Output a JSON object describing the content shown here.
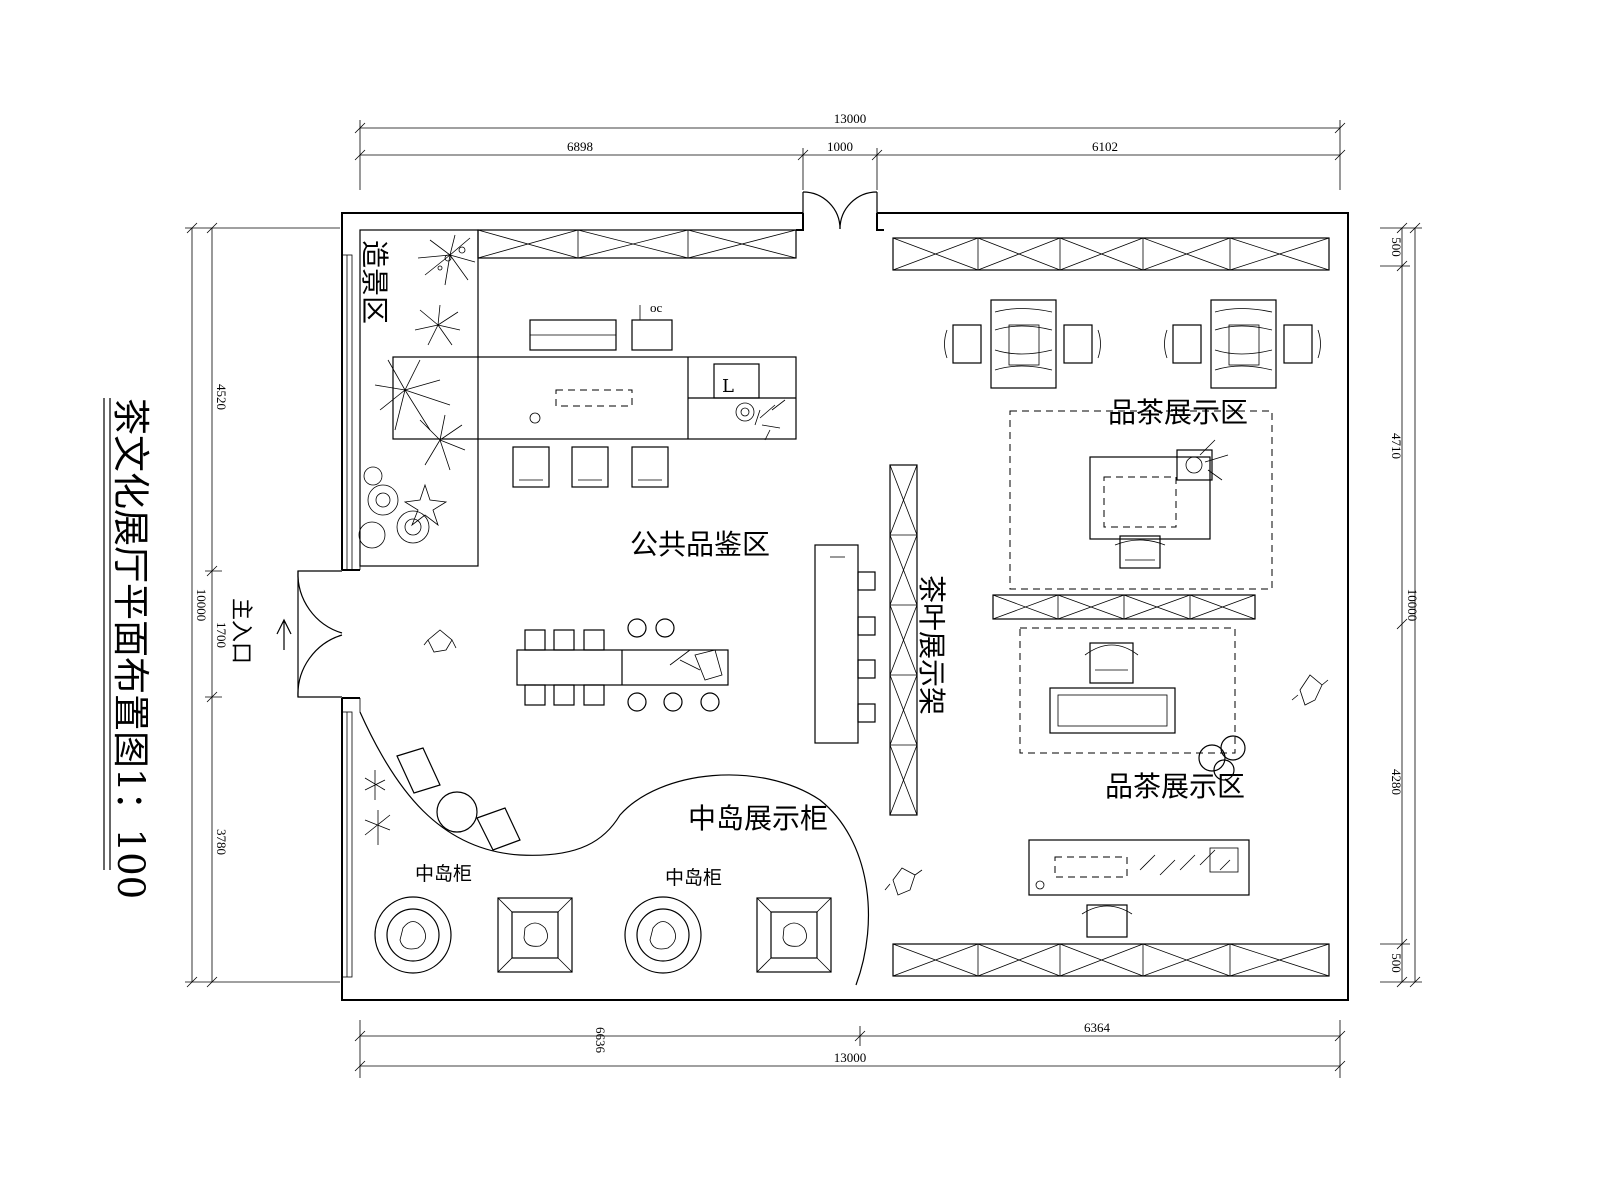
{
  "title": "茶文化展厅平面布置图1：100",
  "zones": {
    "scenery": "造景区",
    "public_tasting": "公共品鉴区",
    "tea_display_rack": "茶叶展示架",
    "tasting_display_1": "品茶展示区",
    "tasting_display_2": "品茶展示区",
    "island_cabinet_area": "中岛展示柜",
    "island_cabinet_1": "中岛柜",
    "island_cabinet_2": "中岛柜",
    "main_entrance": "主入口"
  },
  "dimensions": {
    "top_total": "13000",
    "top_left": "6898",
    "top_door": "1000",
    "top_right": "6102",
    "bottom_left": "6636",
    "bottom_right": "6364",
    "bottom_total": "13000",
    "left_total": "10000",
    "left_upper": "4520",
    "left_door": "1700",
    "left_lower": "3780",
    "right_total": "10000",
    "right_top": "500",
    "right_upper": "4710",
    "right_lower": "4280",
    "right_bottom": "500"
  }
}
